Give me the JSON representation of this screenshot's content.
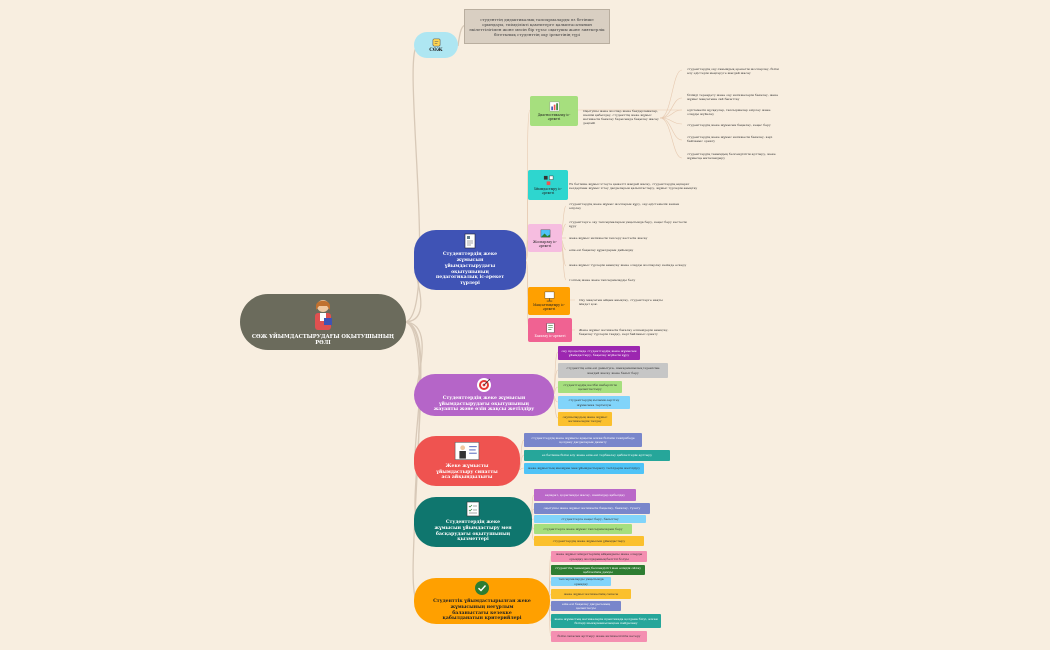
{
  "root": {
    "title": "СӨЖ ҰЙЫМДАСТЫРУДАҒЫ ОҚЫТУШЫНЫҢ РӨЛІ"
  },
  "note": "студенттің дидактикалық тапсырмаларды өз бетінше орындауы, тиімділікті қамтитерге қалыптасатынын өкілеттілігімен жоне мөсін бір тұтас оқытушы және зияткерлік бітетылық студенттің оқу ірекетінің түрі",
  "sozh": {
    "label": "СӨЖ"
  },
  "branches": [
    {
      "label": "Студенттердің жеке жұмысын ұйымдастырудағы оқытушының педагогикалық іс-әрекет түрлері",
      "color": "#3f53b5"
    },
    {
      "label": "Студенттердің жеке жұмысын ұйымдастырудағы оқытушының жауапты және өзін жақсы жетілдіру",
      "color": "#b565c8"
    },
    {
      "label": "Жеке жұмысты ұйымдастыру сипатты аса айқындылығы",
      "color": "#ef5350"
    },
    {
      "label": "Студенттердің жеке жұмысын ұйымдастыру мен басқарудағы оқытушының қызметтері",
      "color": "#0f766e"
    },
    {
      "label": "Студенттік ұйымдастырылған жеке жұмысының неғұрлым баланыстағы кезекке қабылданатын критерийлері",
      "color": "#ffa000"
    }
  ],
  "subs": [
    {
      "label": "Диагностикалау іс-әрекеті",
      "color": "#a6df7e"
    },
    {
      "label": "Ұйымдастыру іс-әрекеті",
      "color": "#2ed6cf"
    },
    {
      "label": "Жоспарлау іс-әрекеті",
      "color": "#f6bde0"
    },
    {
      "label": "Мақсаттықтыру іс-әрекеті",
      "color": "#ffa000"
    },
    {
      "label": "Бағалау іс-әрекеті",
      "color": "#f06292"
    }
  ],
  "diag_mid": "Оқытушы жеке жоспар және бағдарламалар, шешім қабылдау, студенттің жеке жұмыс нәтижесін бағалау барысында бақылау жасау деңгейі",
  "diag_leaves": [
    "студенттердің оқу-танымдық әрекетін жоспарлау, білім алу әдістерін меңгеруге жағдай жасау",
    "білімді тереңдету және оқу нәтижелерін бағалау, жеке жұмыс мақсатына сай бағыттау",
    "әдістемелік нұсқаулар, тапсырмалар әзірлеу және оларды жүйелеу",
    "студенттердің жеке жұмысын бақылау, кеңес беру",
    "студенттердің жеке жұмыс нәтижесін бағалау, кері байланыс орнату",
    "студенттердің танымдық белсенділігін арттыру, жеке жұмысқа ынталандыру"
  ],
  "org_mid": "Өз бетінше жұмыс істеуге қажетті жағдай жасау, студенттердің ақпарат көздерімен жұмыс істеу дағдыларын қалыптастыру, жұмыс түрлерін анықтау",
  "plan_leaves": [
    "студенттердің жеке жұмыс жоспарын құру, оқу-әдістемелік кешен әзірлеу",
    "студенттерге оқу тапсырмаларын уақытында беру, кеңес беру кестесін құру",
    "жеке жұмыс нәтижесін тексеру кестесін жасау",
    "өзін-өзі бақылау құралдарын дайындау",
    "жеке жұмыс түрлерін анықтау және оларды жоспарлау кезінде ескеру",
    "топтық және жеке тапсырмаларды бөлу"
  ],
  "goal_mid": "Оқу мақсатын айқын анықтау, студенттерге нақты міндет қою",
  "eval_mid": "Жеке жұмыс нәтижесін бағалау өлшемдерін анықтау, бақылау түрлерін таңдау, кері байланыс орнату",
  "b2_leaves": [
    "оқу процесінде студенттердің жеке жұмысын ұйымдастыру, бақылау жүйесін құру",
    "студенттің өзін-өзі дамытуға, шығармашылық ізденісіне жағдай жасау және бағыт беру",
    "студенттердің кәсіби шеберлігін қалыптастыру",
    "студенттердің ғылыми-зерттеу жұмысына тартылуы",
    "оқушылардың жеке жұмыс нәтижелерін талдау"
  ],
  "b3_leaves": [
    "студенттердің жеке жұмысы арқылы алған білімін тәжірибеде қолдану дағдыларын дамыту",
    "өз бетінше білім алу және өзін-өзі тәрбиелеу қабілеттерін арттыру",
    "жеке жұмыстың мазмұны мен ұйымдастырылу тәсілдерін жетілдіру"
  ],
  "b4_leaves": [
    "ақпарат, қорытынды жасау, шешімдер қабылдау",
    "оқытушы жеке жұмыс нәтижесін бақылау, бағалау, түзету",
    "студенттерге кеңес беру, бағыттау",
    "студенттерге жеке жұмыс тапсырмаларын беру",
    "студенттердің жеке жұмысын ұйымдастыру"
  ],
  "b5_leaves": [
    "жеке жұмыс міндеттерінің айқындығы және оларды орындау жолдарының белгілі болуы",
    "студенттің танымдық белсенділігі мен өзіндік ойлау қабілетінің дамуы",
    "тапсырмаларды уақытында орындау",
    "жеке жұмыс нәтижесінің сапасы",
    "өзін-өзі бақылау дағдысының қалыптасуы",
    "жеке жұмыстың нәтижелерін практикада қолдана білуі, алған білімді шығармашылықпен пайдалану",
    "білім сапасын арттыру және нәтижелілігін көтеру"
  ]
}
